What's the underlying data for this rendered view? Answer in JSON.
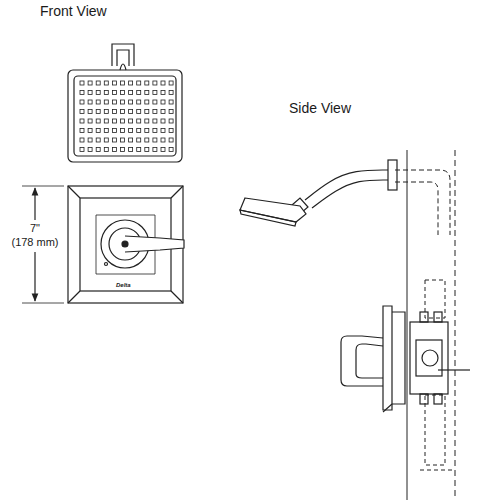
{
  "diagram": {
    "labels": [
      "Front View",
      "Side View",
      "7\"",
      "(178 mm)",
      "Delta"
    ]
  }
}
